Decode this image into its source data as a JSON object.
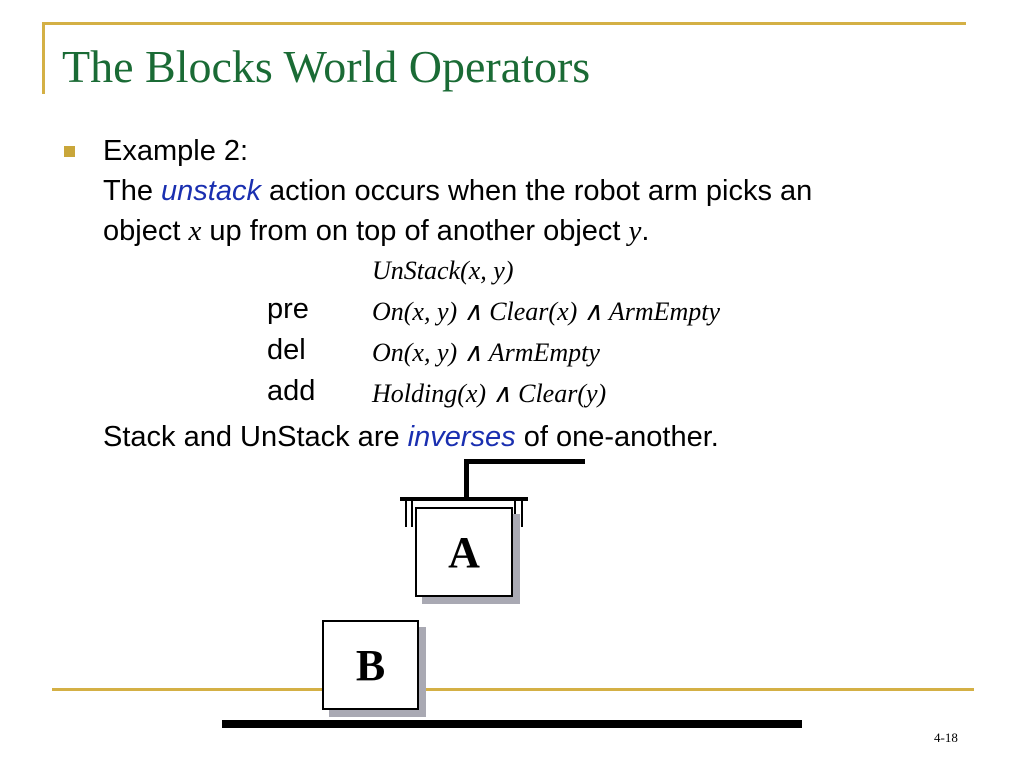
{
  "slide": {
    "title": "The Blocks World Operators",
    "page_number": "4-18"
  },
  "bullet": {
    "line1": "Example 2:",
    "line2_a": "The ",
    "line2_emph": "unstack",
    "line2_b": " action occurs when the robot arm picks an",
    "line3_a": "object ",
    "line3_var_x": "x",
    "line3_b": " up from on top of another object ",
    "line3_var_y": "y",
    "line3_c": ".",
    "operator_name": "UnStack(x, y)",
    "pre_label": "pre",
    "pre_value": "On(x, y) ∧ Clear(x) ∧ ArmEmpty",
    "del_label": "del",
    "del_value": "On(x, y) ∧ ArmEmpty",
    "add_label": "add",
    "add_value": "Holding(x) ∧ Clear(y)",
    "last_a": "Stack and UnStack are ",
    "last_emph": "inverses",
    "last_b": " of one-another."
  },
  "figure": {
    "block_a_label": "A",
    "block_b_label": "B"
  },
  "colors": {
    "title": "#1a6b35",
    "frame": "#d4b045",
    "emphasis": "#1a2fb0",
    "block_shadow": "#a9a9b3"
  }
}
